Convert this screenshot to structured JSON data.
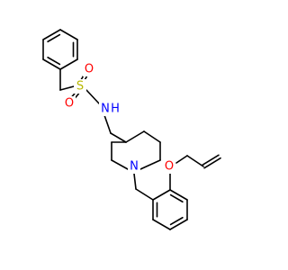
{
  "molecule": {
    "atom_labels": {
      "sulfur": "S",
      "sulfonyl_oxygen_top": "O",
      "sulfonyl_oxygen_bottom": "O",
      "amide_nitrogen": "N",
      "amide_hydrogen": "H",
      "piperidine_nitrogen": "N",
      "ether_oxygen": "O"
    },
    "colors": {
      "bond": "#000000",
      "carbon": "#000000",
      "sulfur": "#B8B800",
      "oxygen": "#FF0000",
      "nitrogen": "#0000FF"
    }
  }
}
